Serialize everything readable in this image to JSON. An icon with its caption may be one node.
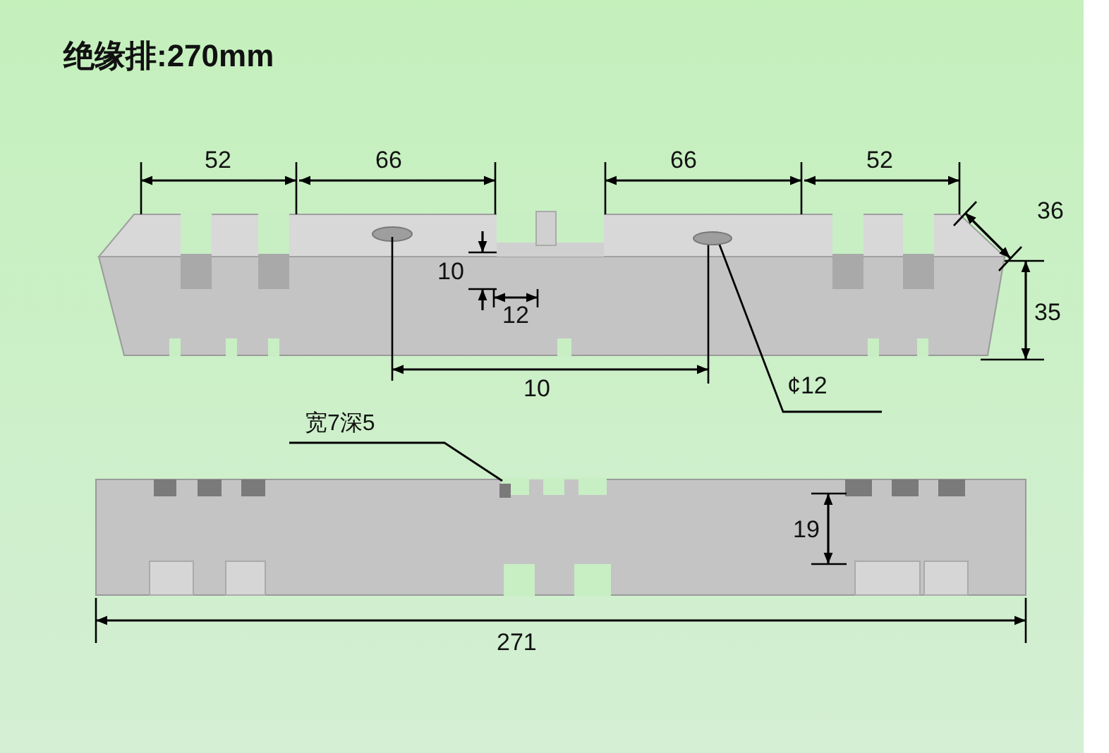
{
  "diagram": {
    "title": "绝缘排:270mm",
    "nodes": [
      {
        "text": [
          "¢12"
        ]
      },
      {
        "text": [],
        "shape": "circle"
      },
      {
        "text": [
          "宽7深5"
        ]
      },
      {
        "text": [],
        "shape": "box"
      }
    ],
    "edges": [
      {
        "from": 0,
        "to": 1,
        "arrow": "none"
      },
      {
        "from": 2,
        "to": 3,
        "arrow": "none"
      }
    ],
    "labels": [
      "52",
      "66",
      "66",
      "52",
      "36",
      "10",
      "12",
      "35",
      "10",
      "19",
      "271"
    ]
  }
}
